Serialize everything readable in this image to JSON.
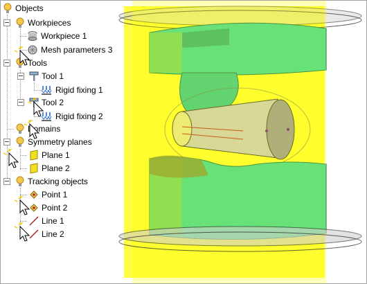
{
  "tree": {
    "root": "Objects",
    "workpieces": {
      "label": "Workpieces",
      "items": [
        "Workpiece 1",
        "Mesh parameters 3"
      ]
    },
    "tools": {
      "label": "Tools",
      "tool1": "Tool 1",
      "tool1_child": "Rigid fixing 1",
      "tool2": "Tool 2",
      "tool2_child": "Rigid fixing 2"
    },
    "domains": {
      "label": "Domains"
    },
    "symmetry": {
      "label": "Symmetry planes",
      "items": [
        "Plane 1",
        "Plane 2"
      ]
    },
    "tracking": {
      "label": "Tracking objects",
      "items": [
        "Point 1",
        "Point 2",
        "Line 1",
        "Line 2"
      ]
    }
  },
  "colors": {
    "bulb": "#f5c84a",
    "plane": "#ffff00",
    "tool": "#2dd6a6",
    "workpiece": "#b0b0c0"
  },
  "icons": [
    "lightbulb-icon",
    "cylinder-icon",
    "mesh-icon",
    "hammer-icon",
    "fixing-icon",
    "plane-icon",
    "point-icon",
    "line-icon",
    "cursor-icon"
  ]
}
